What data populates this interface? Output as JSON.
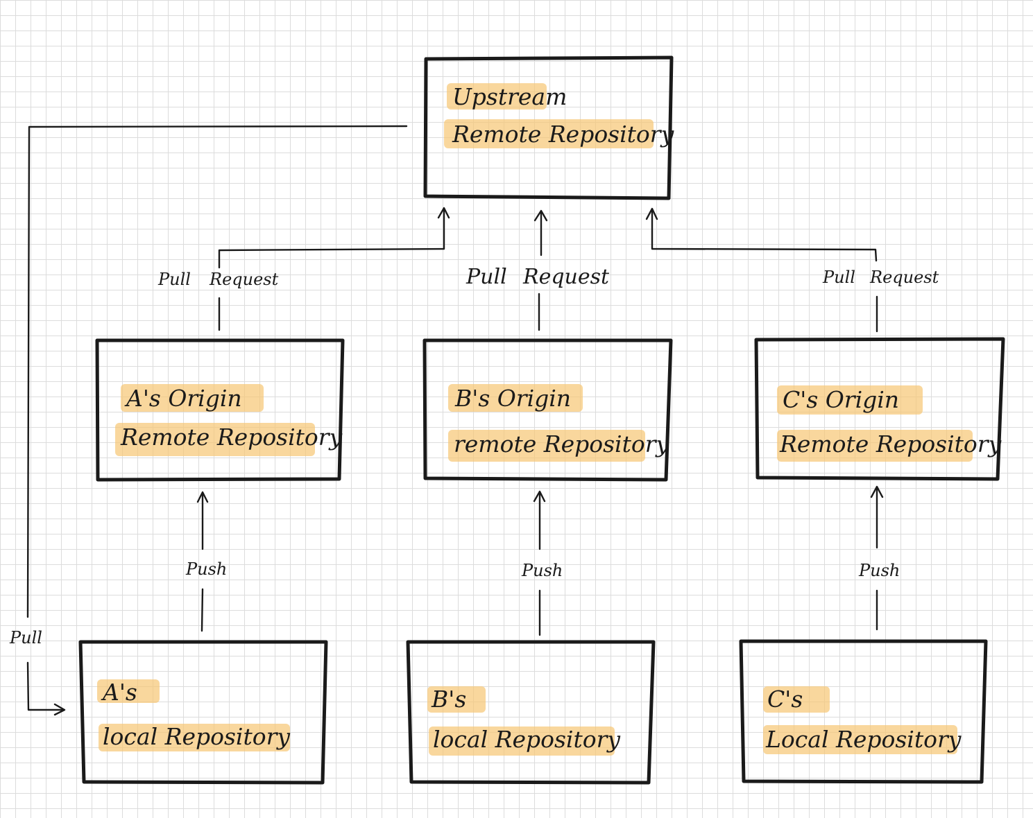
{
  "nodes": {
    "upstream": {
      "line1": "Upstream",
      "line2": "Remote Repository"
    },
    "a_origin": {
      "line1": "A's Origin",
      "line2": "Remote Repository"
    },
    "b_origin": {
      "line1": "B's Origin",
      "line2": "remote Repository"
    },
    "c_origin": {
      "line1": "C's Origin",
      "line2": "Remote Repository"
    },
    "a_local": {
      "line1": "A's",
      "line2": "local Repository"
    },
    "b_local": {
      "line1": "B's",
      "line2": "local Repository"
    },
    "c_local": {
      "line1": "C's",
      "line2": "Local Repository"
    }
  },
  "edges": {
    "a_pull_request": {
      "word1": "Pull",
      "word2": "Request"
    },
    "b_pull_request": {
      "word1": "Pull",
      "word2": "Request"
    },
    "c_pull_request": {
      "word1": "Pull",
      "word2": "Request"
    },
    "a_push": "Push",
    "b_push": "Push",
    "c_push": "Push",
    "upstream_pull": "Pull"
  },
  "colors": {
    "ink": "#1a1a1a",
    "highlight": "#f6c877",
    "grid": "#dcdcdc"
  }
}
